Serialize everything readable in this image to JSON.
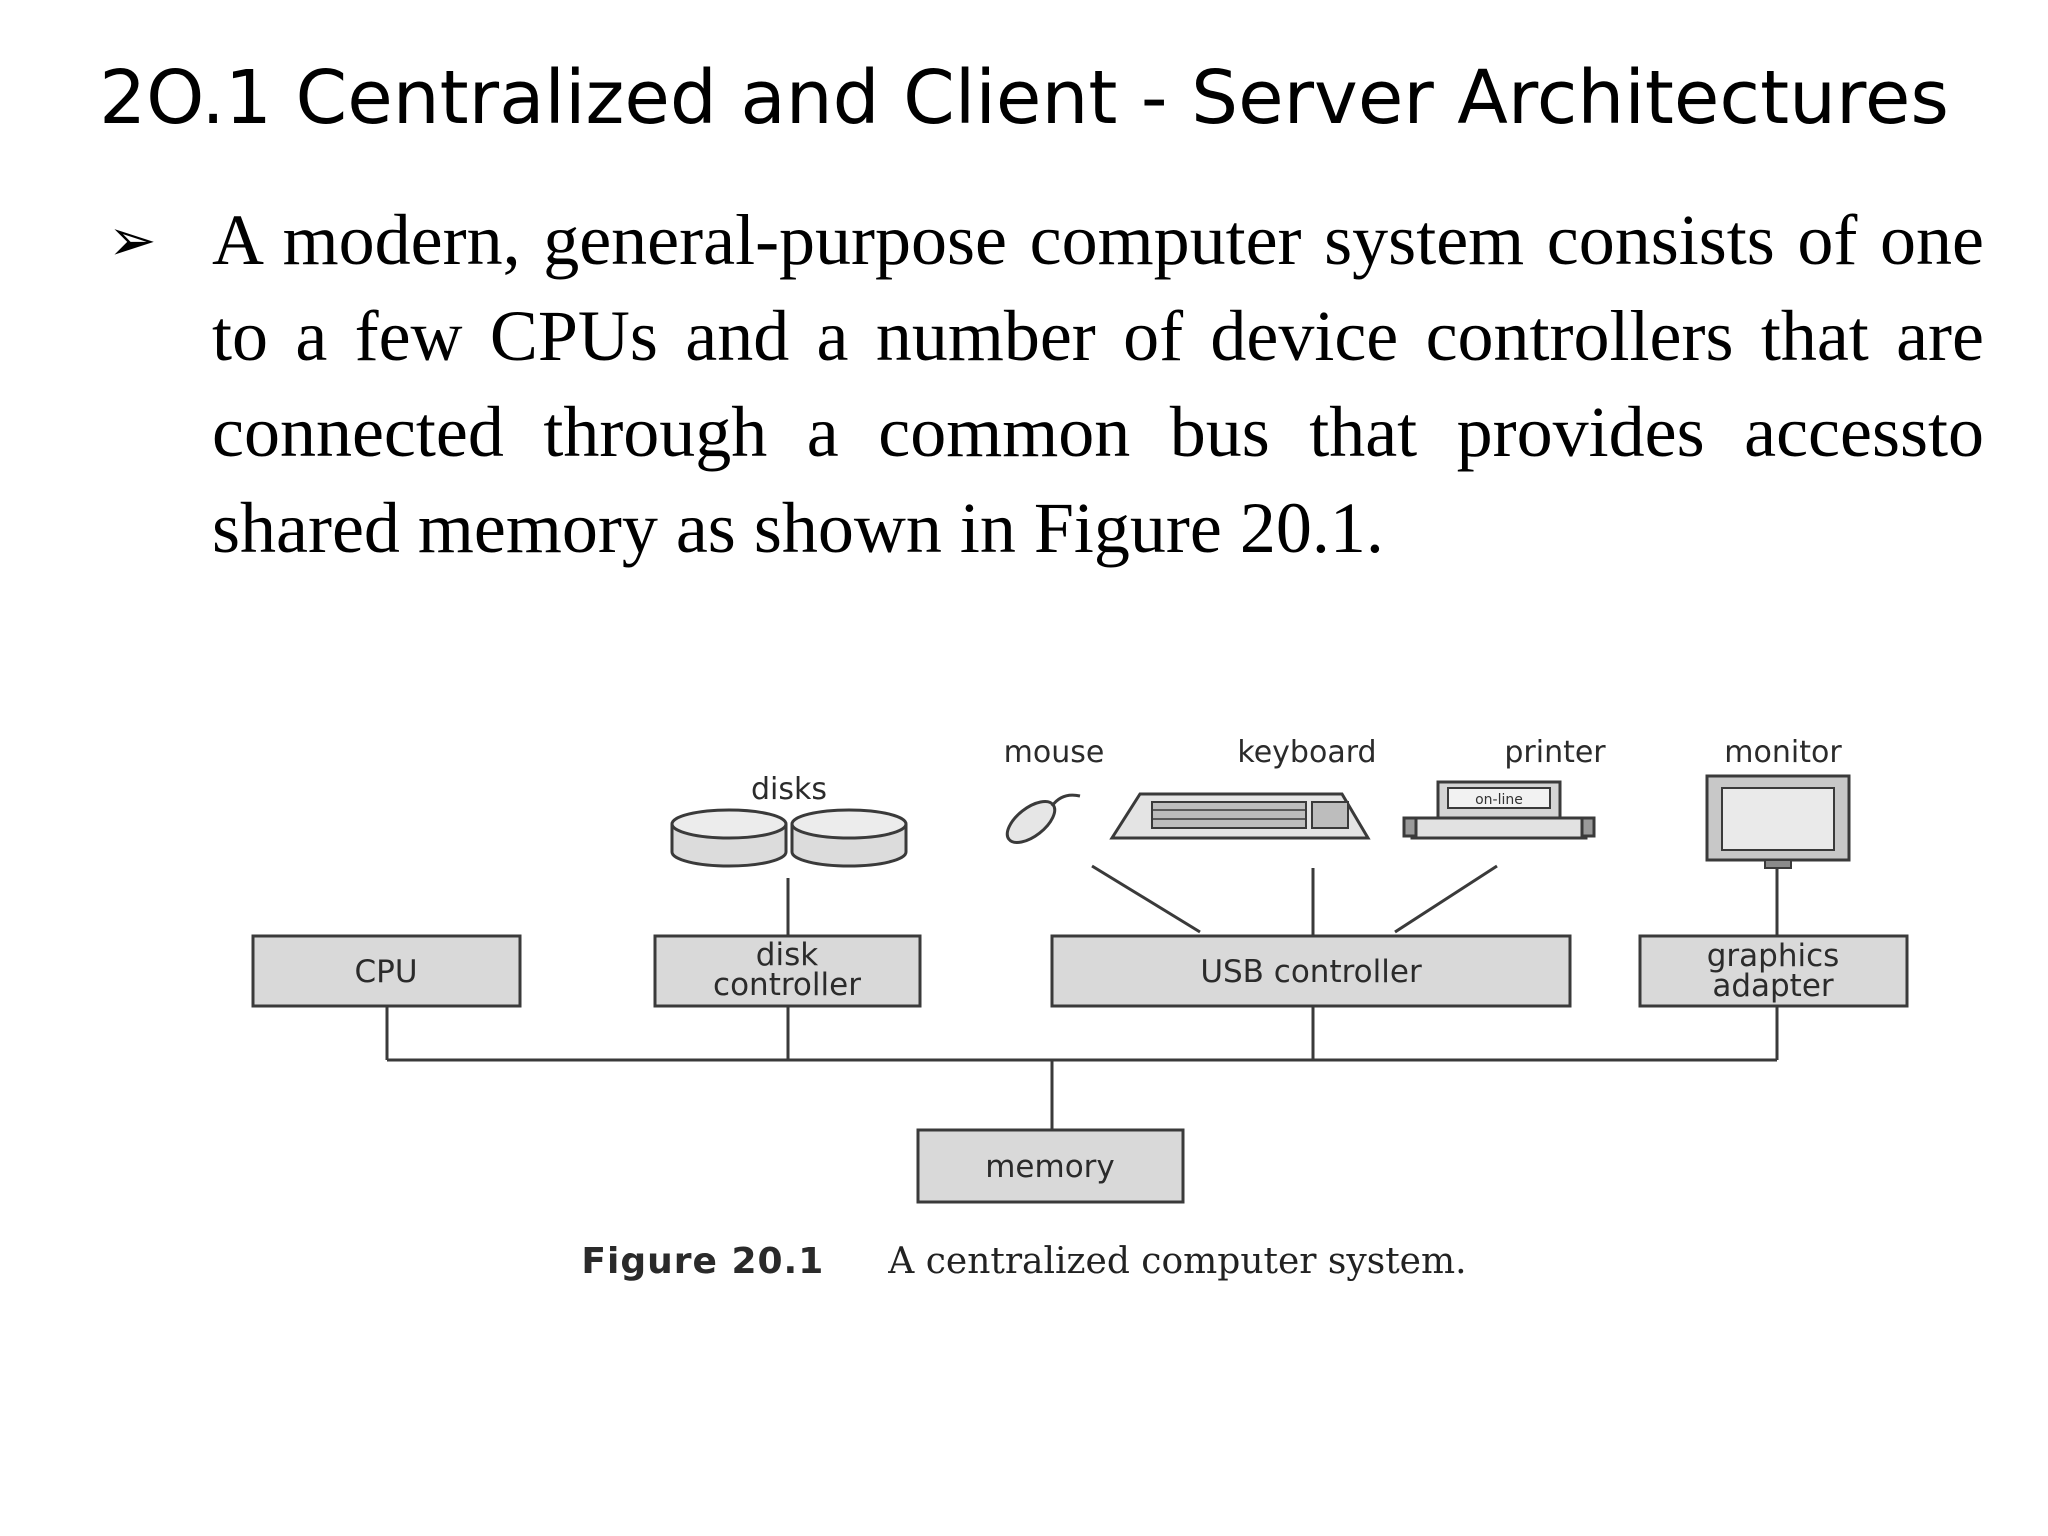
{
  "slide": {
    "title": "2O.1 Centralized and Client - Server Architectures",
    "bullet_text": "A modern, general-purpose computer system consists of one to a few CPUs and a number of device controllers that are connected through a common bus that provides accessto shared memory as shown in Figure 20.1."
  },
  "figure": {
    "devices": {
      "disks": "disks",
      "mouse": "mouse",
      "keyboard": "keyboard",
      "printer": "printer",
      "printer_panel": "on-line",
      "monitor": "monitor"
    },
    "boxes": {
      "cpu": "CPU",
      "disk_controller_1": "disk",
      "disk_controller_2": "controller",
      "usb_controller": "USB controller",
      "graphics_adapter_1": "graphics",
      "graphics_adapter_2": "adapter",
      "memory": "memory"
    },
    "caption_label": "Figure 20.1",
    "caption_text": "A centralized computer system."
  },
  "colors": {
    "box_fill": "#d9d9d9",
    "stroke": "#3a3a3a"
  }
}
